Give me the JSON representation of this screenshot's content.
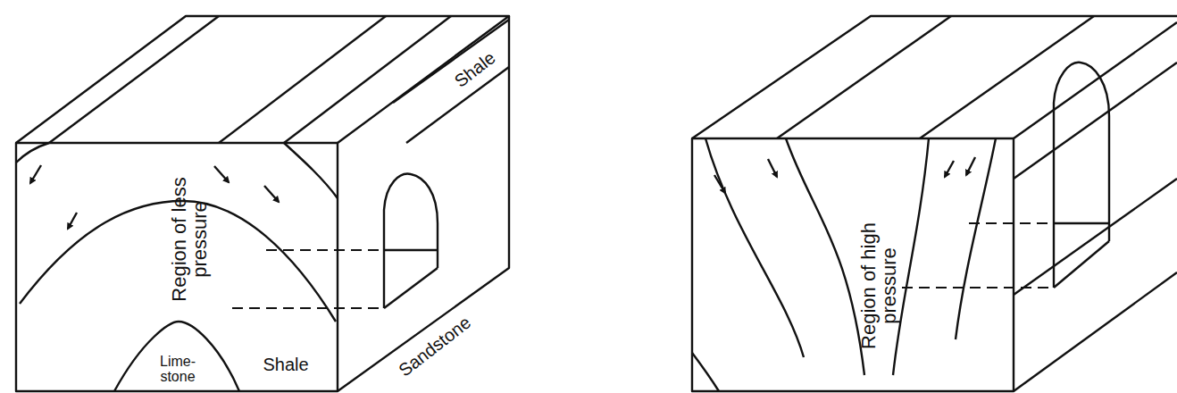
{
  "diagram": {
    "labels": [
      "Region of less pressure",
      "Lime- stone",
      "Shale",
      "Shale",
      "Sandstone",
      "Region of high pressure"
    ]
  }
}
